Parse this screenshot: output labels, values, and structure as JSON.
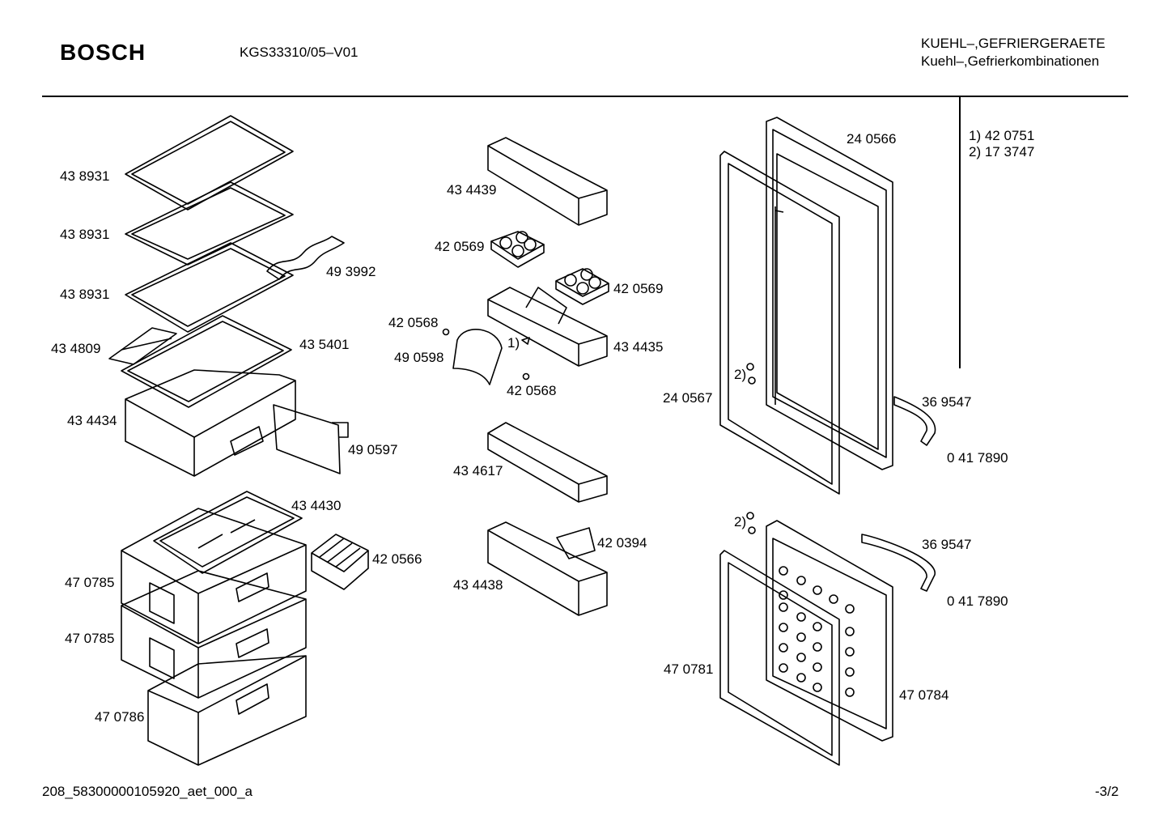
{
  "header": {
    "brand": "BOSCH",
    "model": "KGS33310/05–V01",
    "category_line1": "KUEHL–,GEFRIERGERAETE",
    "category_line2": "Kuehl–,Gefrierkombinationen"
  },
  "legend": {
    "note1": "1)  42 0751",
    "note2": "2)  17 3747"
  },
  "part_labels": {
    "shelf_top": "43 8931",
    "shelf_2": "43 8931",
    "shelf_3": "43 8931",
    "bottle_holder": "49 3992",
    "light_strip": "43 4809",
    "glass_cover": "43 5401",
    "crisper_drawer": "43 4434",
    "drawer_front": "49 0597",
    "tray_lid": "43 4430",
    "ice_tray": "42 0566",
    "freezer_drawer_1": "47 0785",
    "freezer_drawer_2": "47 0785",
    "freezer_drawer_3": "47 0786",
    "door_shelf_top": "43 4439",
    "egg_tray_left": "42 0569",
    "egg_tray_right": "42 0569",
    "pin_top": "42 0568",
    "flap": "49 0598",
    "note_marker_1": "1)",
    "door_shelf_with_holder": "43 4435",
    "pin_bottom": "42 0568",
    "door_shelf_mid": "43 4617",
    "door_shelf_low": "43 4438",
    "label_tag": "42 0394",
    "fridge_door": "24 0566",
    "fridge_gasket": "24 0567",
    "note_marker_2a": "2)",
    "handle_top": "36 9547",
    "handle_screw_top": "0 41 7890",
    "note_marker_2b": "2)",
    "handle_bottom": "36 9547",
    "handle_screw_bottom": "0 41 7890",
    "freezer_gasket": "47 0781",
    "freezer_door": "47 0784"
  },
  "footer": {
    "doc_id": "208_58300000105920_aet_000_a",
    "page": "-3/2"
  }
}
